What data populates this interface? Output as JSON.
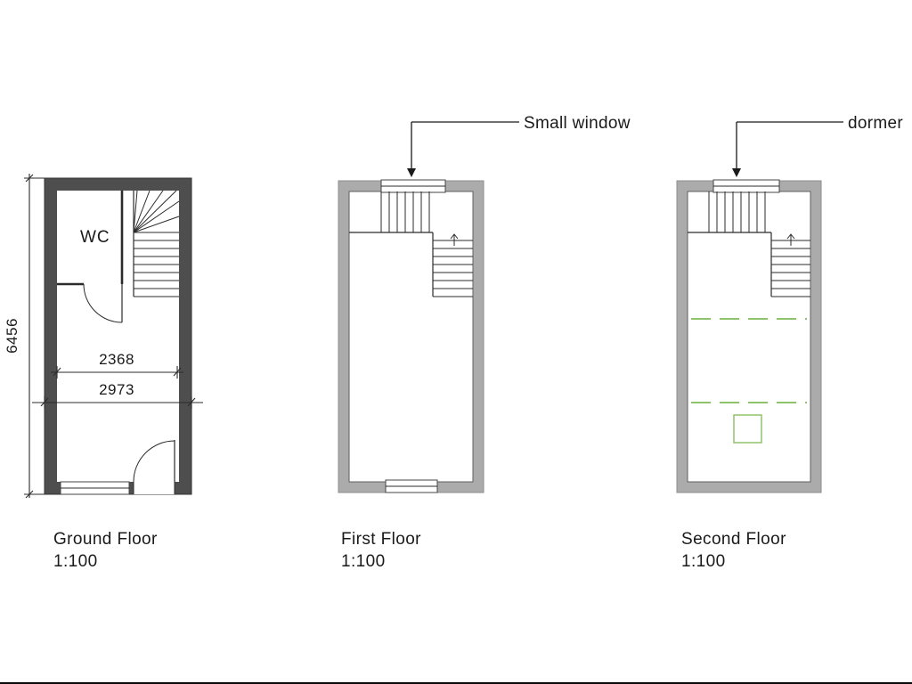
{
  "colors": {
    "wall_dark": "#4e4e4e",
    "wall_light": "#ababab",
    "line": "#2b2b2b",
    "green": "#8fc36a",
    "text": "#1a1a1a"
  },
  "plans": {
    "ground": {
      "title": "Ground Floor",
      "scale": "1:100",
      "room_label": "WC",
      "dim_height": "6456",
      "dim_inner_width": "2368",
      "dim_outer_width": "2973"
    },
    "first": {
      "title": "First Floor",
      "scale": "1:100",
      "annotation": "Small window"
    },
    "second": {
      "title": "Second Floor",
      "scale": "1:100",
      "annotation": "dormer"
    }
  }
}
